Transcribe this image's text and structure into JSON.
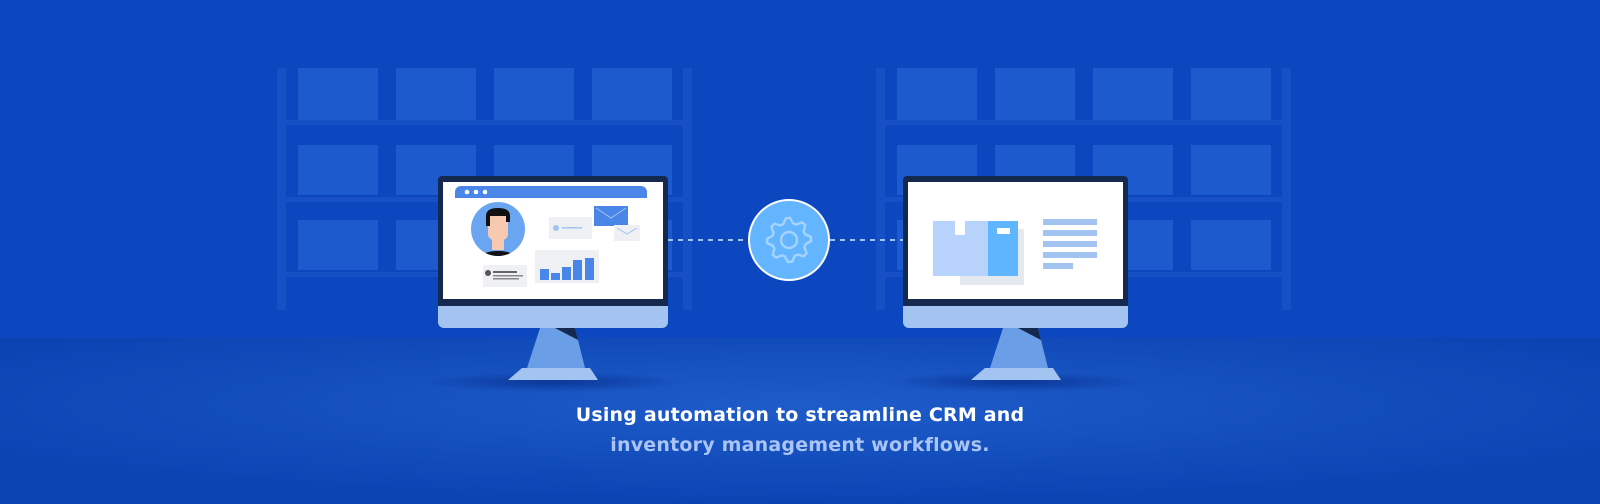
{
  "caption": {
    "line1": "Using automation to streamline CRM and",
    "line2": "inventory management workflows."
  },
  "colors": {
    "background": "#0d47bf",
    "floor": "#0b43b3",
    "shelf": "#1a57ca",
    "monitor_frame": "#15294f",
    "monitor_chin": "#a3c3f0",
    "accent": "#4a86e8",
    "gear_circle": "#63b5ff",
    "caption_secondary": "#a9c4f5"
  },
  "icons": [
    "crm-monitor",
    "avatar-icon",
    "envelope-icon",
    "bar-chart-icon",
    "gear-icon",
    "inventory-monitor",
    "box-icon",
    "list-icon"
  ]
}
